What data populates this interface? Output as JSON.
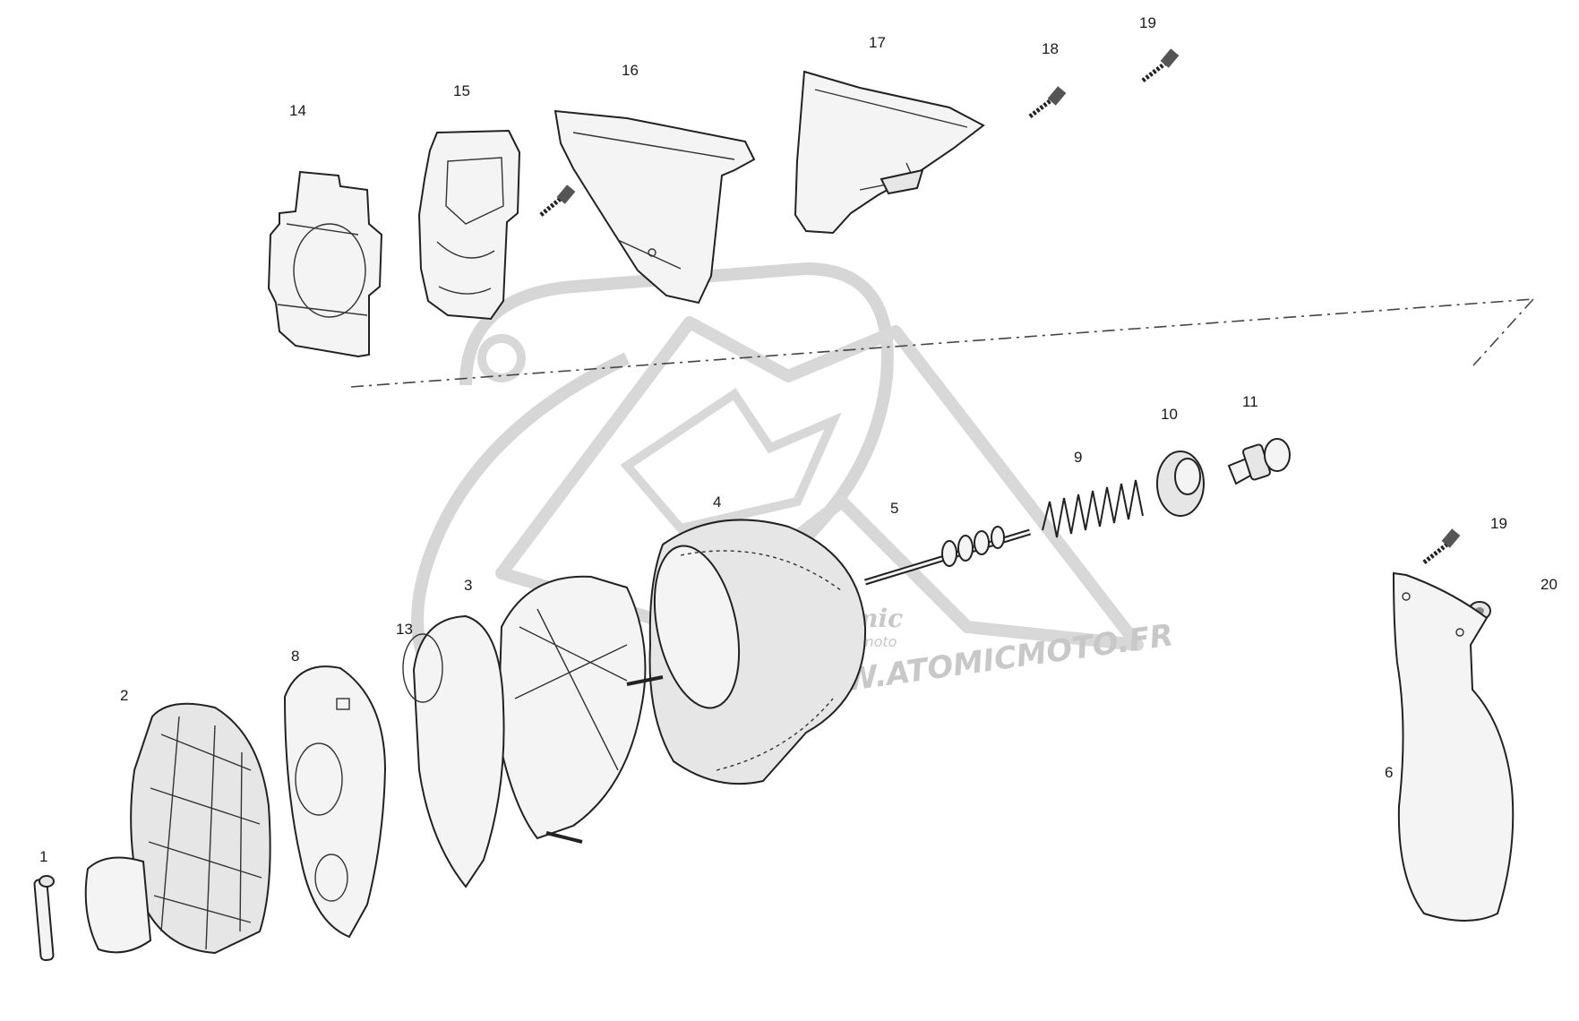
{
  "labels": {
    "p1": "1",
    "p2": "2",
    "p3": "3",
    "p4": "4",
    "p5": "5",
    "p6": "6",
    "p8": "8",
    "p9": "9",
    "p10": "10",
    "p11": "11",
    "p13": "13",
    "p14": "14",
    "p15": "15",
    "p16": "16",
    "p17": "17",
    "p18": "18",
    "p19a": "19",
    "p19b": "19",
    "p20": "20"
  },
  "watermark": {
    "url": "WWW.ATOMICMOTO.FR",
    "brand": "Atomic",
    "sub": "moto"
  },
  "colors": {
    "line": "#222222",
    "watermark": "#c8c8c8",
    "background": "#ffffff"
  }
}
